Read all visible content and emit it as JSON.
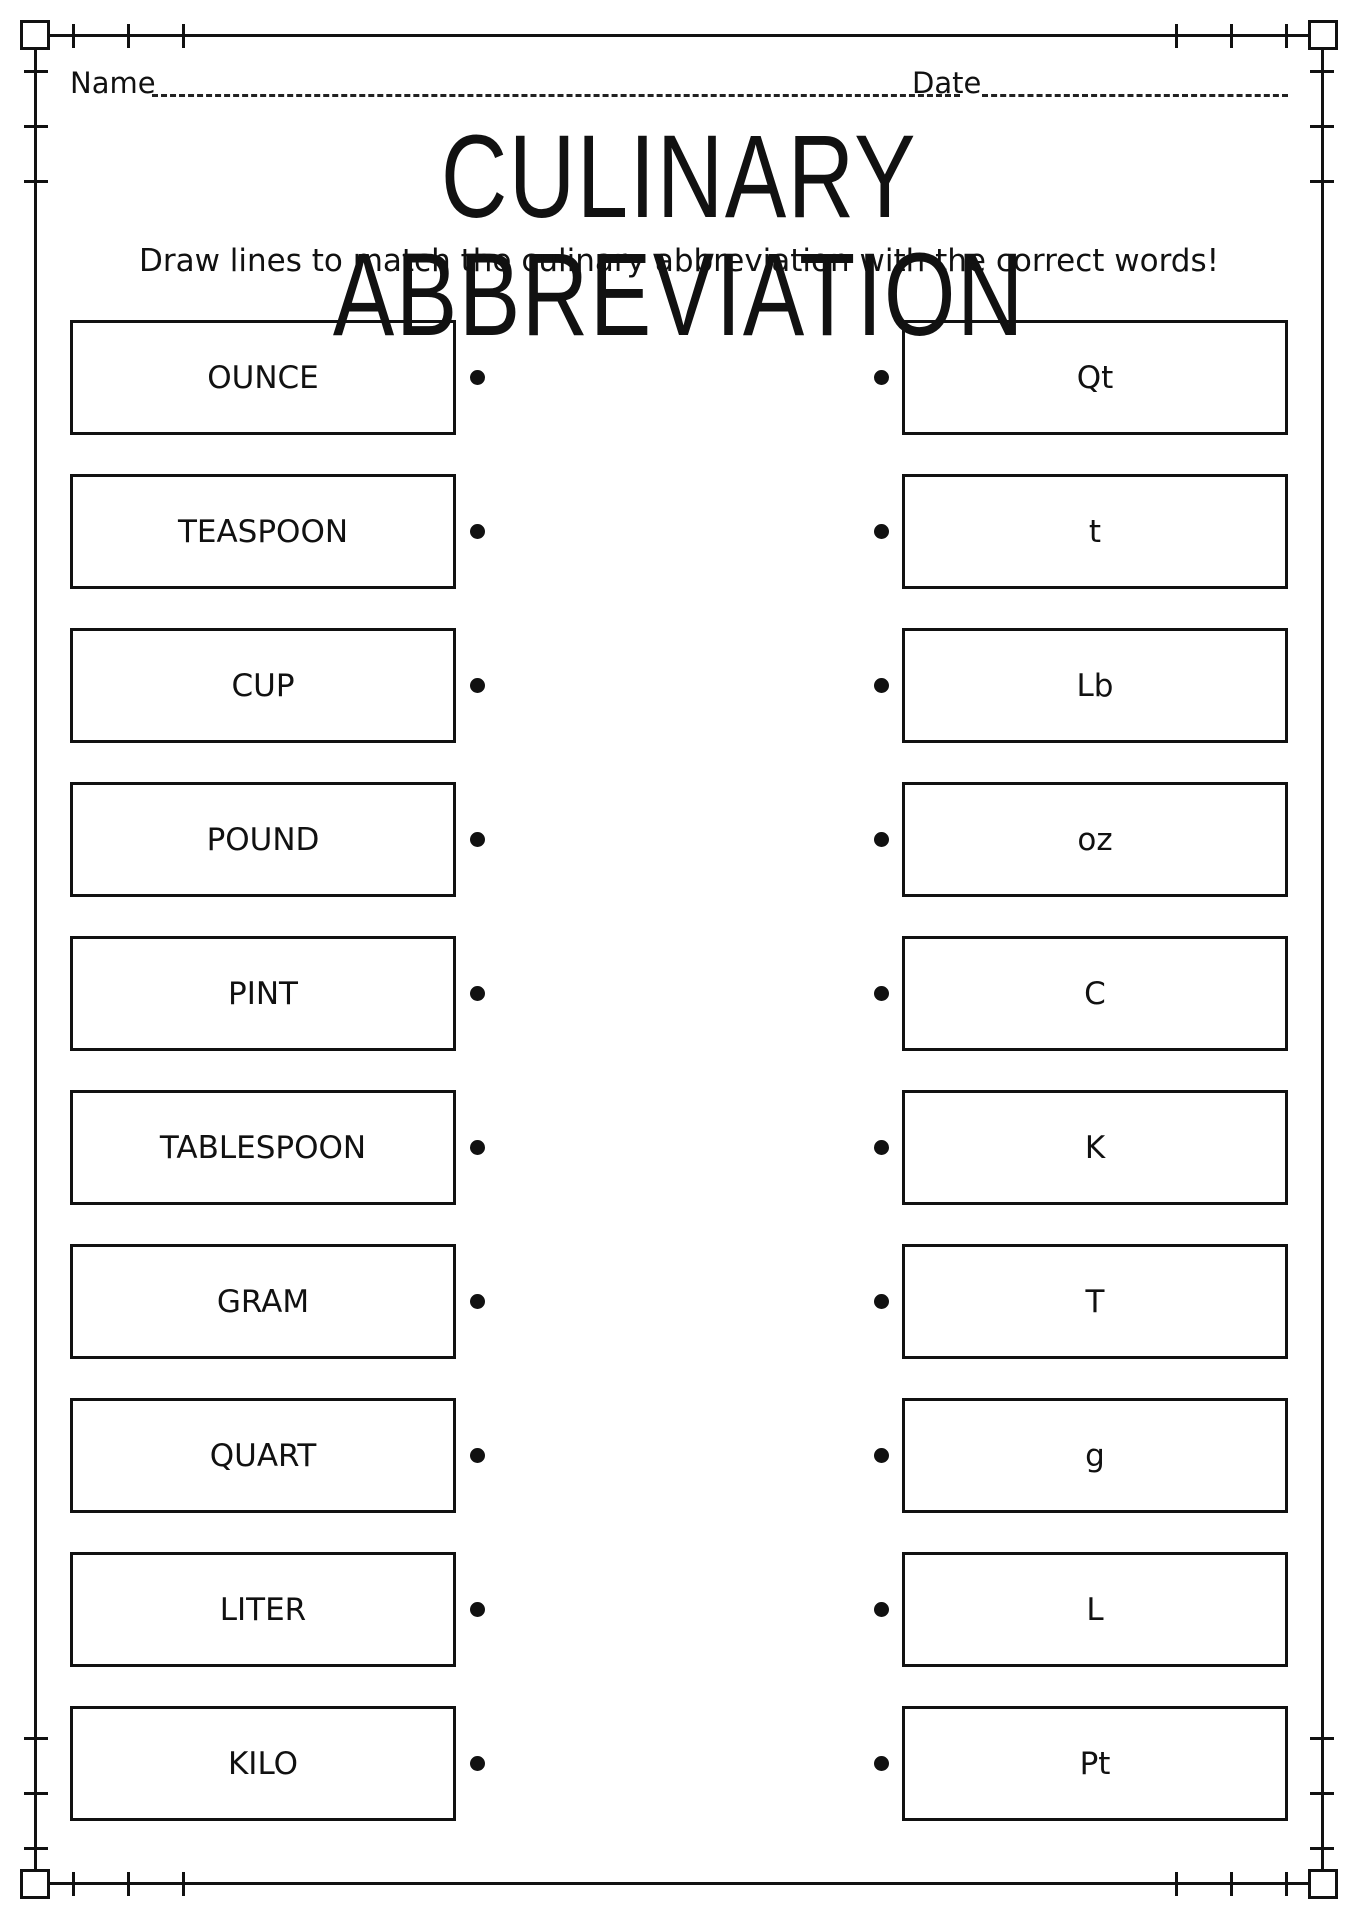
{
  "header": {
    "name_label": "Name",
    "date_label": "Date"
  },
  "title": "CULINARY ABBREVIATION",
  "instructions": "Draw lines to match the culinary abbreviation with the correct words!",
  "left_words": [
    "OUNCE",
    "TEASPOON",
    "CUP",
    "POUND",
    "PINT",
    "TABLESPOON",
    "GRAM",
    "QUART",
    "LITER",
    "KILO"
  ],
  "right_abbreviations": [
    "Qt",
    "t",
    "Lb",
    "oz",
    "C",
    "K",
    "T",
    "g",
    "L",
    "Pt"
  ]
}
